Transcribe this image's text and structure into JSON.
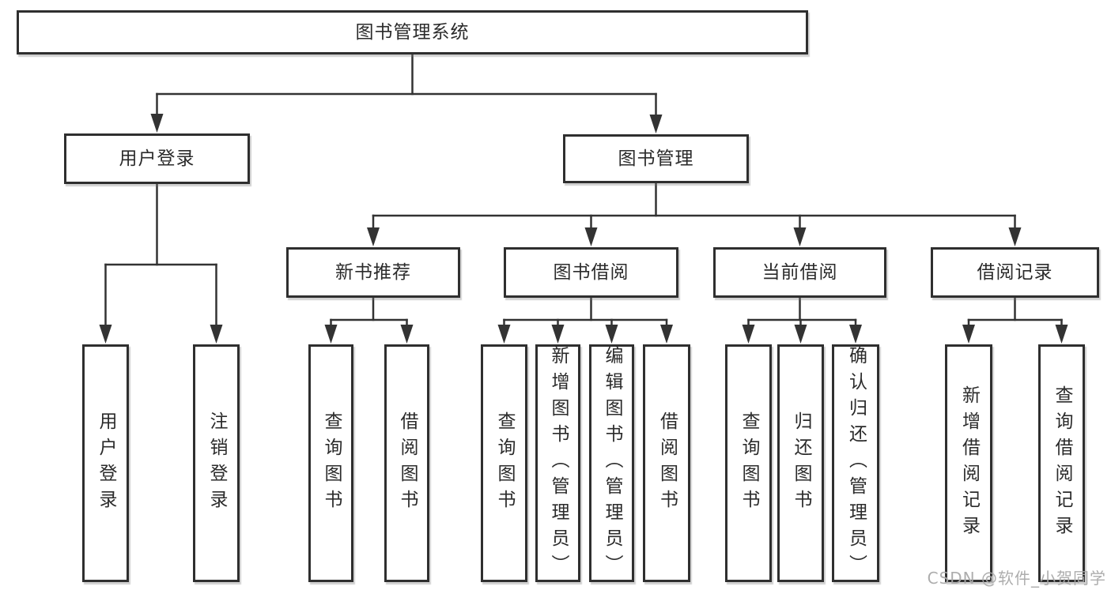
{
  "diagram": {
    "title": "图书管理系统",
    "level2": {
      "user_login": "用户登录",
      "book_management": "图书管理"
    },
    "level3": {
      "new_book_recommend": "新书推荐",
      "book_borrowing": "图书借阅",
      "current_borrowing": "当前借阅",
      "borrowing_records": "借阅记录"
    },
    "leaves": {
      "user_login": "用户登录",
      "logout": "注销登录",
      "recommend_query_books": "查询图书",
      "recommend_borrow_books": "借阅图书",
      "borrowing_query_books": "查询图书",
      "borrowing_add_books_admin": "新增图书（管理员）",
      "borrowing_edit_books_admin": "编辑图书（管理员）",
      "borrowing_borrow_books": "借阅图书",
      "current_query_books": "查询图书",
      "current_return_books": "归还图书",
      "current_confirm_return_admin": "确认归还（管理员）",
      "records_add_record": "新增借阅记录",
      "records_query_record": "查询借阅记录"
    }
  },
  "watermark": "CSDN @软件_小贺同学",
  "colors": {
    "line": "#333333",
    "box_border": "#2f2f2f",
    "text": "#2b2b2b",
    "watermark": "#a9a9a9",
    "background": "#ffffff"
  }
}
